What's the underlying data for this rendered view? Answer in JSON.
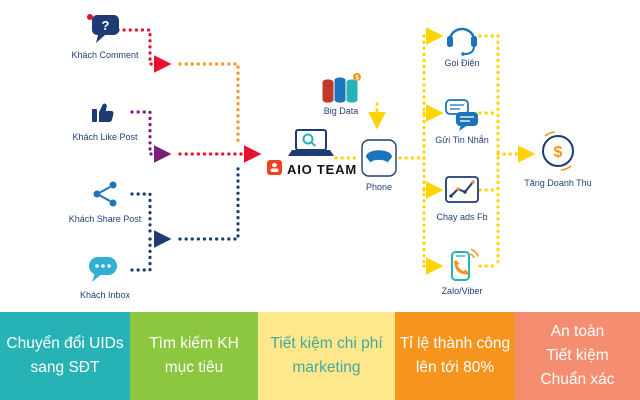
{
  "diagram": {
    "sources": [
      {
        "label": "Khách Comment",
        "icon": "comment-question-icon"
      },
      {
        "label": "Khách Like Post",
        "icon": "thumbs-up-icon"
      },
      {
        "label": "Khách Share Post",
        "icon": "share-icon"
      },
      {
        "label": "Khách Inbox",
        "icon": "inbox-chat-icon"
      }
    ],
    "hub": {
      "big_data_label": "Big Data",
      "team_label": "AIO TEAM",
      "phone_label": "Phone"
    },
    "channels": [
      {
        "label": "Gọi Điện",
        "icon": "headset-icon"
      },
      {
        "label": "Gửi Tin Nhắn",
        "icon": "messages-icon"
      },
      {
        "label": "Chạy ads Fb",
        "icon": "chart-icon"
      },
      {
        "label": "Zalo/Viber",
        "icon": "mobile-call-icon"
      }
    ],
    "result": {
      "label": "Tăng Doanh Thu",
      "icon": "money-icon"
    }
  },
  "benefits": [
    {
      "text": "Chuyển đổi UIDs\nsang SĐT"
    },
    {
      "text": "Tìm kiếm KH\nmục tiêu"
    },
    {
      "text": "Tiết kiệm chi phí\nmarketing"
    },
    {
      "text": "Tỉ lệ thành công\nlên tới 80%"
    },
    {
      "text": "An toàn\nTiết kiệm\nChuẩn xác"
    }
  ],
  "colors": {
    "teal": "#27b3b6",
    "green": "#8dc63f",
    "yellow_box": "#ffe88c",
    "orange": "#f7941e",
    "salmon": "#f58e70",
    "line_red": "#e8112d",
    "line_orange": "#f7941d",
    "line_purple": "#7a1f7a",
    "line_navy": "#1f3b73",
    "line_yellow": "#ffd400",
    "icon_blue": "#1b75bb"
  }
}
